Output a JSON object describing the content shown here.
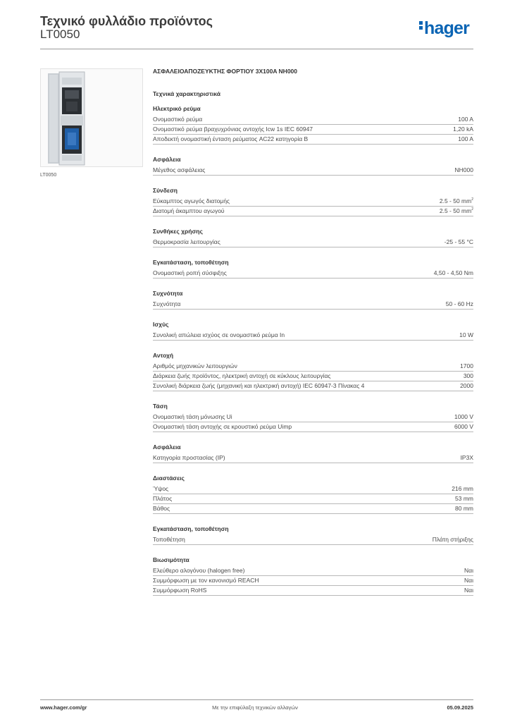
{
  "header": {
    "title": "Τεχνικό φυλλάδιο προϊόντος",
    "code": "LT0050",
    "logo": "hager"
  },
  "image": {
    "caption": "LT0050"
  },
  "product": {
    "name": "ΑΣΦΑΛΕΙΟΑΠΟΖΕΥΚΤΗΣ ΦΟΡΤΙΟΥ 3X100A NH000",
    "tech_heading": "Τεχνικά χαρακτηριστικά"
  },
  "sections": [
    {
      "title": "Ηλεκτρικό ρεύμα",
      "rows": [
        {
          "label": "Ονομαστικό ρεύμα",
          "value": "100 A"
        },
        {
          "label": "Ονομαστικό ρεύμα βραχυχρόνιας αντοχής Icw 1s IEC 60947",
          "value": "1,20 kA"
        },
        {
          "label": "Αποδεκτή ονομαστική ένταση ρεύματος AC22 κατηγορία B",
          "value": "100 A"
        }
      ]
    },
    {
      "title": "Ασφάλεια",
      "rows": [
        {
          "label": "Μέγεθος ασφάλειας",
          "value": "NH000"
        }
      ]
    },
    {
      "title": "Σύνδεση",
      "rows": [
        {
          "label": "Εύκαμπτος αγωγός διατομής",
          "value": "2.5 - 50 mm",
          "sup": "2"
        },
        {
          "label": "Διατομή άκαμπτου αγωγού",
          "value": "2.5 - 50 mm",
          "sup": "2"
        }
      ]
    },
    {
      "title": "Συνθήκες χρήσης",
      "rows": [
        {
          "label": "Θερμοκρασία λειτουργίας",
          "value": "-25 - 55 °C"
        }
      ]
    },
    {
      "title": "Εγκατάσταση, τοποθέτηση",
      "rows": [
        {
          "label": "Ονομαστική ροπή σύσφιξης",
          "value": "4,50 - 4,50 Nm"
        }
      ]
    },
    {
      "title": "Συχνότητα",
      "rows": [
        {
          "label": "Συχνότητα",
          "value": "50 - 60 Hz"
        }
      ]
    },
    {
      "title": "Ισχύς",
      "rows": [
        {
          "label": "Συνολική απώλεια ισχύος σε ονομαστικό ρεύμα In",
          "value": "10 W"
        }
      ]
    },
    {
      "title": "Αντοχή",
      "rows": [
        {
          "label": "Αριθμός μηχανικών λειτουργιών",
          "value": "1700"
        },
        {
          "label": "Διάρκεια ζωής προϊόντος, ηλεκτρική αντοχή σε κύκλους λειτουργίας",
          "value": "300"
        },
        {
          "label": "Συνολική διάρκεια ζωής (μηχανική και ηλεκτρική αντοχή) IEC 60947-3 Πίνακας 4",
          "value": "2000"
        }
      ]
    },
    {
      "title": "Τάση",
      "rows": [
        {
          "label": "Ονομαστική τάση μόνωσης Ui",
          "value": "1000 V"
        },
        {
          "label": "Ονομαστική τάση αντοχής σε κρουστικό ρεύμα Uimp",
          "value": "6000 V"
        }
      ]
    },
    {
      "title": "Ασφάλεια",
      "rows": [
        {
          "label": "Κατηγορία προστασίας (IP)",
          "value": "IP3X"
        }
      ]
    },
    {
      "title": "Διαστάσεις",
      "rows": [
        {
          "label": "Ύψος",
          "value": "216 mm"
        },
        {
          "label": "Πλάτος",
          "value": "53 mm"
        },
        {
          "label": "Βάθος",
          "value": "80 mm"
        }
      ]
    },
    {
      "title": "Εγκατάσταση, τοποθέτηση",
      "rows": [
        {
          "label": "Τοποθέτηση",
          "value": "Πλάτη στήριξης"
        }
      ]
    },
    {
      "title": "Βιωσιμότητα",
      "rows": [
        {
          "label": "Ελεύθερο αλογόνου (halogen free)",
          "value": "Ναι"
        },
        {
          "label": "Συμμόρφωση με τον κανονισμό REACH",
          "value": "Ναι"
        },
        {
          "label": "Συμμόρφωση RoHS",
          "value": "Ναι"
        }
      ]
    }
  ],
  "footer": {
    "website": "www.hager.com/gr",
    "notice": "Με την επιφύλαξη τεχνικών αλλαγών",
    "date": "05.09.2025"
  }
}
